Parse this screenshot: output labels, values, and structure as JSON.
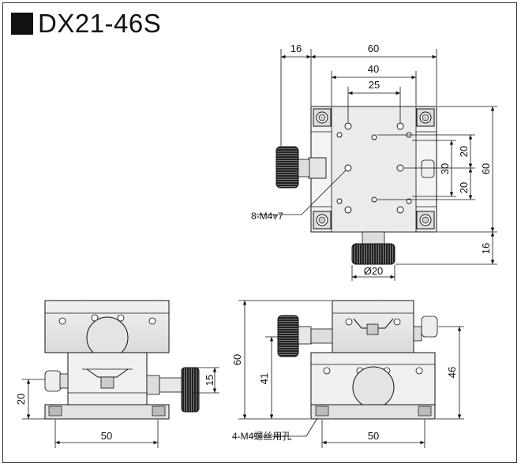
{
  "title": "DX21-46S",
  "top_view": {
    "dim_16_left": "16",
    "dim_60_top": "60",
    "dim_40": "40",
    "dim_25": "25",
    "dim_20_upper": "20",
    "dim_30": "30",
    "dim_20_lower": "20",
    "dim_60_right": "60",
    "dim_16_bottom": "16",
    "dim_d20": "Ø20",
    "hole_note": "8-M4⩔7"
  },
  "front_view": {
    "dim_15": "15",
    "dim_20": "20",
    "dim_50": "50"
  },
  "side_view": {
    "dim_60": "60",
    "dim_41": "41",
    "dim_46": "46",
    "dim_50": "50",
    "mount_note": "4-M4螺丝用孔"
  },
  "colors": {
    "line": "#111111",
    "body_gray": "#e6e6e6",
    "dark_knob": "#2a2a2a"
  }
}
